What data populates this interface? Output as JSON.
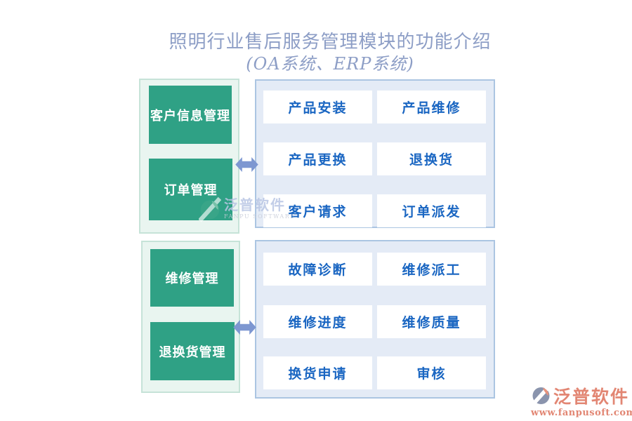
{
  "title": {
    "line1": "照明行业售后服务管理模块的功能介绍",
    "line2": "(OA系统、ERP系统)"
  },
  "sections": [
    {
      "left_items": [
        "客户信息管理",
        "订单管理"
      ],
      "right_items": [
        "产品安装",
        "产品维修",
        "产品更换",
        "退换货",
        "客户请求",
        "订单派发"
      ]
    },
    {
      "left_items": [
        "维修管理",
        "退换货管理"
      ],
      "right_items": [
        "故障诊断",
        "维修派工",
        "维修进度",
        "维修质量",
        "换货申请",
        "审核"
      ]
    }
  ],
  "watermark": {
    "name": "泛普软件",
    "subtitle": "FANPU SOFTWARE"
  },
  "logo": {
    "name": "泛普软件",
    "url": "www.fanpusoft.com"
  },
  "colors": {
    "title_text": "#8d9ec6",
    "green_button": "#2fa185",
    "green_panel_bg": "#e9f5f0",
    "green_panel_border": "#c6e3d8",
    "blue_panel_bg": "#e4ebf6",
    "blue_panel_border": "#abc5e2",
    "blue_button_text": "#1a66c2",
    "arrow": "#7d97d1",
    "logo_accent": "#e28673"
  }
}
